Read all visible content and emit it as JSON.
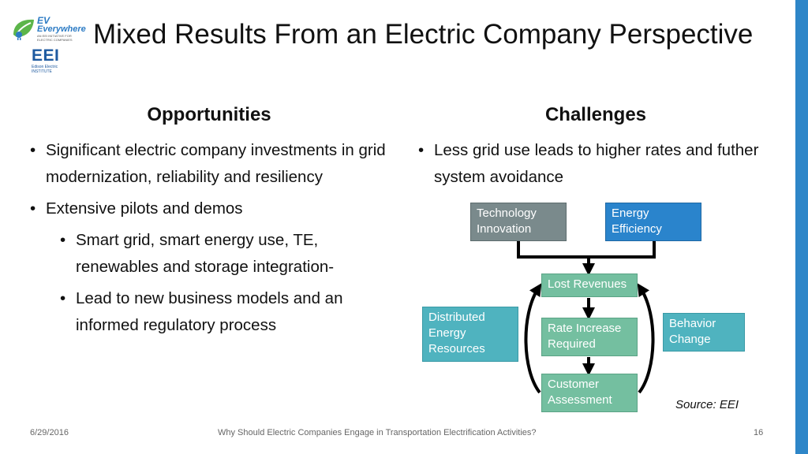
{
  "logos": {
    "ev_line1": "EV",
    "ev_line2": "Everywhere",
    "ev_tagline": "AN EEI INITIATIVE FOR ELECTRIC COMPANIES",
    "eei_mark": "EEI",
    "eei_line1": "Edison Electric",
    "eei_line2": "INSTITUTE"
  },
  "slide": {
    "title": "Mixed Results From an Electric Company Perspective"
  },
  "opportunities": {
    "heading": "Opportunities",
    "bullet1": "Significant electric company investments in grid modernization, reliability and resiliency",
    "bullet2": "Extensive pilots and demos",
    "sub1": "Smart grid, smart energy use, TE, renewables and storage integration-",
    "sub2": "Lead to new business models and an informed regulatory process"
  },
  "challenges": {
    "heading": "Challenges",
    "bullet1": "Less grid use leads to higher rates and futher system avoidance"
  },
  "diagram": {
    "tech_innovation": "Technology Innovation",
    "energy_efficiency": "Energy Efficiency",
    "distributed_energy": "Distributed Energy Resources",
    "behavior_change": "Behavior Change",
    "lost_revenues": "Lost Revenues",
    "rate_increase": "Rate Increase Required",
    "customer_assessment": "Customer Assessment",
    "source": "Source: EEI"
  },
  "footer": {
    "date": "6/29/2016",
    "title": "Why Should Electric Companies Engage in Transportation Electrification Activities?",
    "page": "16"
  },
  "colors": {
    "accent_bar": "#2e86c8",
    "tech_box": "#7a8a8c",
    "efficiency_box": "#2a84cc",
    "teal_box": "#4fb3bf",
    "green_box": "#74bfa0"
  }
}
